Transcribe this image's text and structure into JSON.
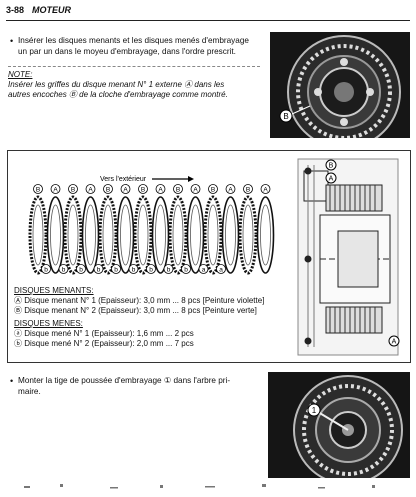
{
  "header": {
    "page_number": "3-88",
    "section_title": "MOTEUR"
  },
  "step1": {
    "text_line1": "Insérer les disques menants et les disques menés d'embrayage",
    "text_line2": "un par un dans le moyeu d'embrayage, dans l'ordre prescrit."
  },
  "note": {
    "title": "NOTE:",
    "line1": "Insérer les griffes du disque menant N° 1 externe Ⓐ dans les",
    "line2": "autres encoches Ⓑ de la cloche d'embrayage comme montré."
  },
  "diagram": {
    "direction_label": "Vers l'extérieur",
    "top_labels": [
      "B",
      "A",
      "B",
      "A",
      "B",
      "A",
      "B",
      "A",
      "B",
      "A",
      "B",
      "A",
      "B",
      "A"
    ],
    "bottom_labels": [
      "b",
      "b",
      "b",
      "b",
      "b",
      "b",
      "b",
      "b",
      "b",
      "a",
      "a"
    ],
    "side_labels": [
      "B",
      "A",
      "A"
    ]
  },
  "legend": {
    "menants_title": "DISQUES MENANTS:",
    "menant1": "Ⓐ Disque menant N° 1 (Epaisseur): 3,0 mm ... 8 pcs [Peinture violette]",
    "menant2": "Ⓑ Disque menant N° 2 (Epaisseur): 3,0 mm ... 8 pcs [Peinture verte]",
    "menes_title": "DISQUES MENES:",
    "mene1": "ⓐ Disque mené N° 1 (Epaisseur): 1,6 mm ... 2 pcs",
    "mene2": "ⓑ Disque mené N° 2 (Epaisseur): 2,0 mm ... 7 pcs"
  },
  "step2": {
    "text_line1": "Monter la tige de poussée d'embrayage ① dans l'arbre pri-",
    "text_line2": "maire."
  },
  "photos": {
    "photo1_label": "B",
    "photo2_label": "1"
  }
}
